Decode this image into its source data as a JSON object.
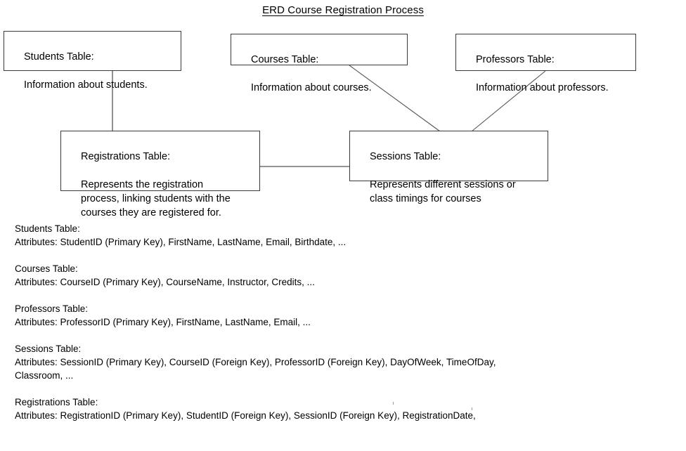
{
  "title": "ERD Course Registration Process",
  "diagram": {
    "entities": [
      {
        "id": "students",
        "heading": "Students Table:",
        "description": "Information about students."
      },
      {
        "id": "courses",
        "heading": "Courses Table:",
        "description": "Information about courses."
      },
      {
        "id": "professors",
        "heading": "Professors Table:",
        "description": "Information about professors."
      },
      {
        "id": "registrations",
        "heading": "Registrations Table:",
        "description": "Represents the registration\nprocess, linking students with the\ncourses they are registered for."
      },
      {
        "id": "sessions",
        "heading": "Sessions Table:",
        "description": "Represents different sessions or\nclass timings for courses"
      }
    ],
    "relationships": [
      {
        "from": "students",
        "to": "registrations",
        "style": "vertical"
      },
      {
        "from": "registrations",
        "to": "sessions",
        "style": "horizontal"
      },
      {
        "from": "courses",
        "to": "sessions",
        "style": "diagonal"
      },
      {
        "from": "professors",
        "to": "sessions",
        "style": "diagonal"
      }
    ],
    "line_color": "#555555",
    "border_color": "#3a3a3a"
  },
  "attributes": [
    {
      "table": "Students Table:",
      "lines": [
        "Attributes: StudentID (Primary Key), FirstName, LastName, Email, Birthdate, ..."
      ]
    },
    {
      "table": "Courses Table:",
      "lines": [
        "Attributes: CourseID (Primary Key), CourseName, Instructor, Credits, ..."
      ]
    },
    {
      "table": "Professors Table:",
      "lines": [
        "Attributes: ProfessorID (Primary Key), FirstName, LastName, Email, ..."
      ]
    },
    {
      "table": "Sessions Table:",
      "lines": [
        "Attributes: SessionID (Primary Key), CourseID (Foreign Key), ProfessorID (Foreign Key), DayOfWeek, TimeOfDay,",
        "Classroom, ..."
      ]
    },
    {
      "table": "Registrations Table:",
      "lines": [
        "Attributes: RegistrationID (Primary Key), StudentID (Foreign Key), SessionID (Foreign Key), RegistrationDate,"
      ]
    }
  ]
}
